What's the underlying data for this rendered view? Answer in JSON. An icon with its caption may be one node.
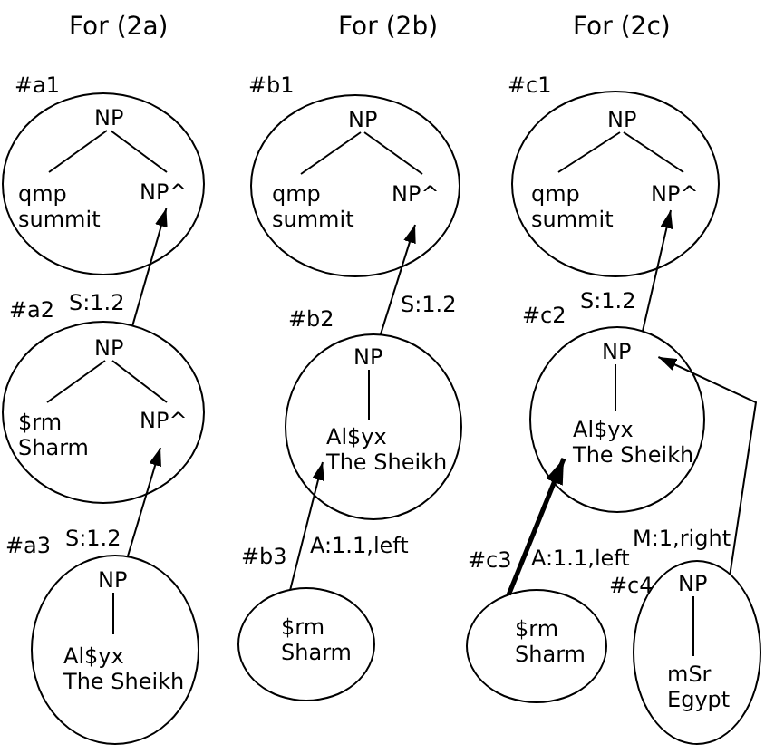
{
  "diagram": {
    "nodes": [
      {
        "text": [],
        "shape": "ellipse",
        "beside": [
          "#a1"
        ]
      },
      {
        "text": [
          "NP"
        ],
        "in": 0
      },
      {
        "text": [
          "qmp",
          "summit"
        ],
        "in": 0
      },
      {
        "text": [
          "NP^"
        ],
        "in": 0
      },
      {
        "text": [],
        "shape": "ellipse",
        "beside": [
          "#a2"
        ]
      },
      {
        "text": [
          "NP"
        ],
        "in": 4
      },
      {
        "text": [
          "$rm",
          "Sharm"
        ],
        "in": 4
      },
      {
        "text": [
          "NP^"
        ],
        "in": 4
      },
      {
        "text": [],
        "shape": "ellipse",
        "beside": [
          "#a3"
        ]
      },
      {
        "text": [
          "NP"
        ],
        "in": 8
      },
      {
        "text": [
          "Al$yx",
          "The Sheikh"
        ],
        "in": 8
      },
      {
        "text": [],
        "shape": "ellipse",
        "beside": [
          "#b1"
        ]
      },
      {
        "text": [
          "NP"
        ],
        "in": 11
      },
      {
        "text": [
          "qmp",
          "summit"
        ],
        "in": 11
      },
      {
        "text": [
          "NP^"
        ],
        "in": 11
      },
      {
        "text": [],
        "shape": "ellipse",
        "beside": [
          "#b2"
        ]
      },
      {
        "text": [
          "NP"
        ],
        "in": 15
      },
      {
        "text": [
          "Al$yx",
          "The Sheikh"
        ],
        "in": 15
      },
      {
        "text": [],
        "shape": "ellipse",
        "beside": [
          "#b3"
        ]
      },
      {
        "text": [
          "$rm",
          "Sharm"
        ],
        "in": 18
      },
      {
        "text": [],
        "shape": "ellipse",
        "beside": [
          "#c1"
        ]
      },
      {
        "text": [
          "NP"
        ],
        "in": 20
      },
      {
        "text": [
          "qmp",
          "summit"
        ],
        "in": 20
      },
      {
        "text": [
          "NP^"
        ],
        "in": 20
      },
      {
        "text": [],
        "shape": "ellipse",
        "beside": [
          "#c2"
        ]
      },
      {
        "text": [
          "NP"
        ],
        "in": 24
      },
      {
        "text": [
          "Al$yx",
          "The Sheikh"
        ],
        "in": 24
      },
      {
        "text": [],
        "shape": "ellipse",
        "beside": [
          "#c3"
        ]
      },
      {
        "text": [
          "$rm",
          "Sharm"
        ],
        "in": 27
      },
      {
        "text": [],
        "shape": "ellipse",
        "beside": [
          "#c4"
        ]
      },
      {
        "text": [
          "NP"
        ],
        "in": 29
      },
      {
        "text": [
          "mSr",
          "Egypt"
        ],
        "in": 29
      }
    ],
    "edges": [
      {
        "from": 1,
        "to": 2,
        "arrow": "none"
      },
      {
        "from": 1,
        "to": 3,
        "arrow": "none"
      },
      {
        "from": 5,
        "to": 6,
        "arrow": "none"
      },
      {
        "from": 5,
        "to": 7,
        "arrow": "none"
      },
      {
        "from": 4,
        "to": 3,
        "arrow": "to",
        "label": "S:1.2"
      },
      {
        "from": 9,
        "to": 10,
        "arrow": "none"
      },
      {
        "from": 8,
        "to": 7,
        "arrow": "to",
        "label": "S:1.2"
      },
      {
        "from": 12,
        "to": 13,
        "arrow": "none"
      },
      {
        "from": 12,
        "to": 14,
        "arrow": "none"
      },
      {
        "from": 16,
        "to": 17,
        "arrow": "none"
      },
      {
        "from": 15,
        "to": 14,
        "arrow": "to",
        "label": "S:1.2"
      },
      {
        "from": 18,
        "to": 17,
        "arrow": "to",
        "label": "A:1.1,left"
      },
      {
        "from": 21,
        "to": 22,
        "arrow": "none"
      },
      {
        "from": 21,
        "to": 23,
        "arrow": "none"
      },
      {
        "from": 25,
        "to": 26,
        "arrow": "none"
      },
      {
        "from": 24,
        "to": 23,
        "arrow": "to",
        "label": "S:1.2"
      },
      {
        "from": 27,
        "to": 26,
        "arrow": "to",
        "label": "A:1.1,left",
        "style": "thick"
      },
      {
        "from": 30,
        "to": 31,
        "arrow": "none"
      },
      {
        "from": 29,
        "to": 25,
        "arrow": "to",
        "label": "M:1,right"
      }
    ],
    "labels": [
      "For (2a)",
      "For (2b)",
      "For (2c)"
    ]
  }
}
